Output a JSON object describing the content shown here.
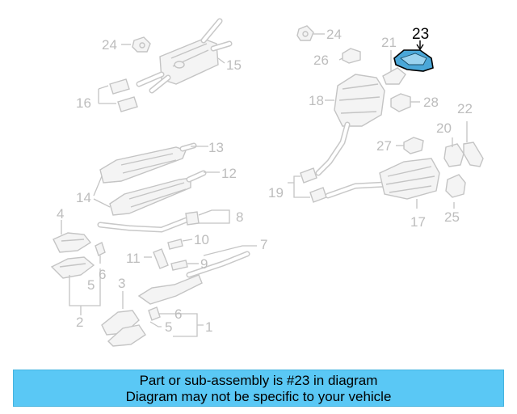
{
  "diagram": {
    "callouts": {
      "n1": "1",
      "n2": "2",
      "n3": "3",
      "n4": "4",
      "n5a": "5",
      "n5b": "5",
      "n6a": "6",
      "n6b": "6",
      "n7": "7",
      "n8": "8",
      "n9": "9",
      "n10": "10",
      "n11": "11",
      "n12": "12",
      "n13": "13",
      "n14": "14",
      "n15": "15",
      "n16": "16",
      "n17": "17",
      "n18": "18",
      "n19": "19",
      "n20": "20",
      "n21": "21",
      "n22": "22",
      "n23": "23",
      "n24a": "24",
      "n24b": "24",
      "n25": "25",
      "n26": "26",
      "n27": "27",
      "n28": "28"
    },
    "highlight_color": "#4aa7d8"
  },
  "banner": {
    "line1": "Part or sub-assembly is #23 in diagram",
    "line2": "Diagram may not be specific to your vehicle",
    "color": "#5ac8f5"
  }
}
